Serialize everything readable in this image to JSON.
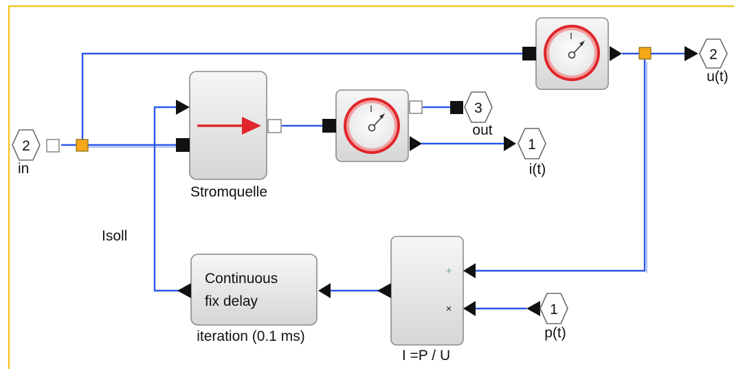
{
  "diagram": {
    "colors": {
      "wire": "#2a56e8",
      "frame": "#f3c524",
      "split_point": "#f4a81a",
      "meter_ring": "#e0262a",
      "source_arrow": "#e0262a",
      "block_fill": "#e4e4e4"
    },
    "blocks": {
      "current_source": {
        "label": "Stromquelle",
        "icon": "arrow-right-icon"
      },
      "delay": {
        "line1": "Continuous",
        "line2": "fix delay",
        "label": "iteration (0.1 ms)"
      },
      "product": {
        "label": "I =P / U",
        "sign_plus": "+",
        "sign_times": "×"
      },
      "meter_top": {
        "icon": "meter-icon",
        "symbol": "I"
      },
      "meter_mid": {
        "icon": "meter-icon",
        "symbol": "I"
      }
    },
    "ports": {
      "in": {
        "number": "2",
        "label": "in"
      },
      "u_out": {
        "number": "2",
        "label": "u(t)"
      },
      "out": {
        "number": "3",
        "label": "out"
      },
      "i_out": {
        "number": "1",
        "label": "i(t)"
      },
      "p_in": {
        "number": "1",
        "label": "p(t)"
      }
    },
    "annotations": {
      "isoll": "Isoll"
    }
  }
}
